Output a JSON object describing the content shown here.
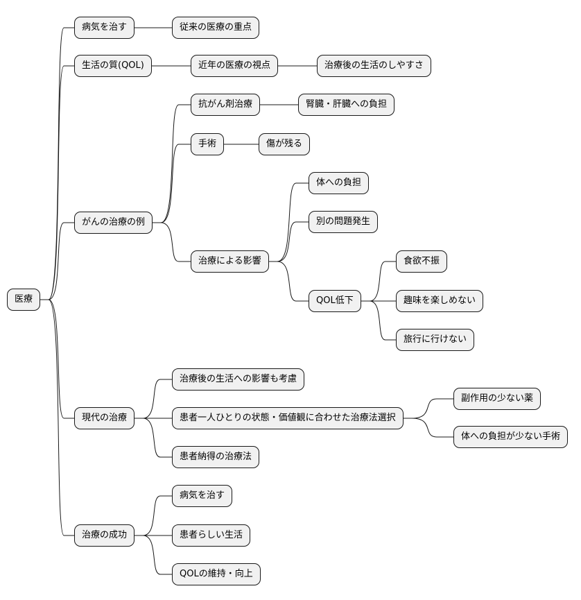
{
  "diagram": {
    "root": "医療",
    "nodes": {
      "n_root": "医療",
      "n_byoki": "病気を治す",
      "n_juurai": "従来の医療の重点",
      "n_seikatsu": "生活の質(QOL)",
      "n_kinnen": "近年の医療の視点",
      "n_chiryogo": "治療後の生活のしやすさ",
      "n_gan": "がんの治療の例",
      "n_kougan": "抗がん剤治療",
      "n_jinzo": "腎臓・肝臓への負担",
      "n_shujutsu": "手術",
      "n_kizu": "傷が残る",
      "n_eikyo": "治療による影響",
      "n_karada": "体への負担",
      "n_betsu": "別の問題発生",
      "n_qolteika": "QOL低下",
      "n_shokuyoku": "食欲不振",
      "n_shumi": "趣味を楽しめない",
      "n_ryoko": "旅行に行けない",
      "n_gendai": "現代の治療",
      "n_kouryo": "治療後の生活への影響も考慮",
      "n_sentaku": "患者一人ひとりの状態・価値観に合わせた治療法選択",
      "n_fukusayo": "副作用の少ない薬",
      "n_futan": "体への負担が少ない手術",
      "n_nattoku": "患者納得の治療法",
      "n_seiko": "治療の成功",
      "n_byoki2": "病気を治す",
      "n_rashii": "患者らしい生活",
      "n_iji": "QOLの維持・向上"
    }
  }
}
